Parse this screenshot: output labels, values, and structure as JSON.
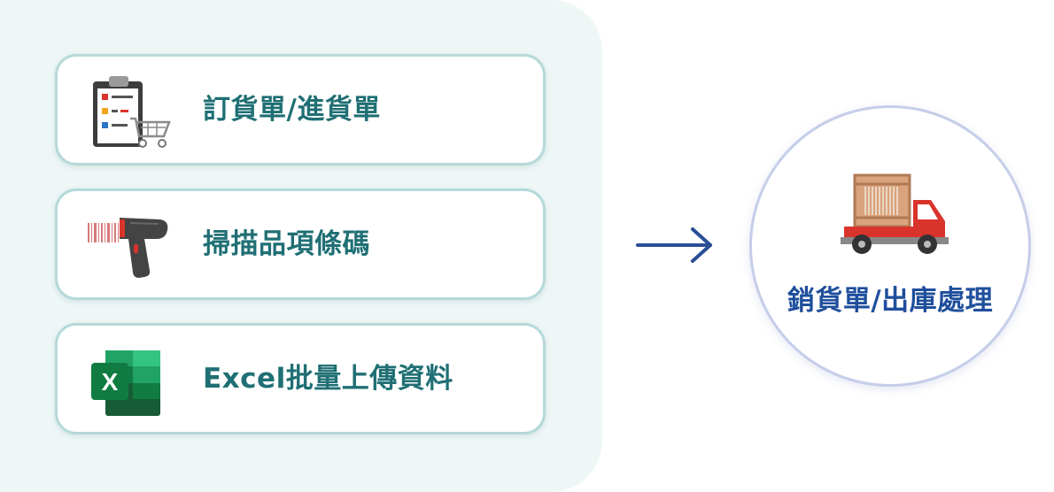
{
  "sources": [
    {
      "label": "訂貨單/進貨單",
      "icon": "clipboard-cart-icon"
    },
    {
      "label": "掃描品項條碼",
      "icon": "barcode-scanner-icon"
    },
    {
      "label": "Excel批量上傳資料",
      "icon": "excel-icon",
      "icon_text": "X"
    }
  ],
  "target": {
    "label": "銷貨單/出庫處理",
    "icon": "delivery-truck-icon"
  },
  "flow_icon": "arrow-right-icon",
  "colors": {
    "panel_bg": "#eef6f6",
    "card_border": "#b6d9d9",
    "source_text": "#1f6f74",
    "target_text": "#1f4f9c",
    "arrow": "#2a4f95",
    "circle_border": "#c5cee9"
  }
}
